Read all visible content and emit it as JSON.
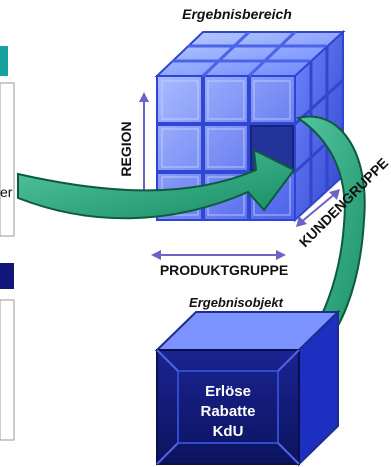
{
  "labels": {
    "ergebnisbereich": "Ergebnisbereich",
    "region": "REGION",
    "produktgruppe": "PRODUKTGRUPPE",
    "kundengruppe": "KUNDENGRUPPE",
    "ergebnisobjekt": "Ergebnisobjekt",
    "left_fragment": "er"
  },
  "object_box": {
    "lines": [
      "Erlöse",
      "Rabatte",
      "KdU"
    ]
  },
  "colors": {
    "cube_dark": "#3b55d9",
    "cube_light": "#8ea6ff",
    "arrow_fill": "#1e9c72",
    "arrow_stroke": "#0d5a3f",
    "navy": "#10167a",
    "teal_square": "#17a2a0"
  }
}
